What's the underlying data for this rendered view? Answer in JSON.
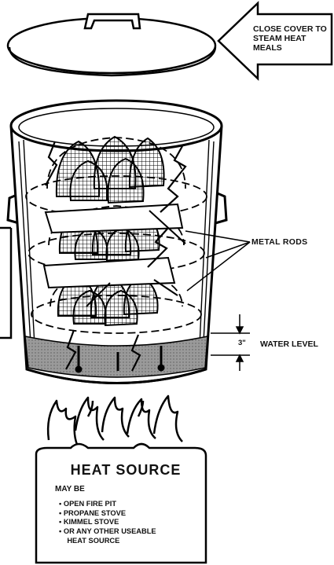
{
  "labels": {
    "close_cover": "CLOSE COVER TO STEAM HEAT MEALS",
    "metal_rods": "METAL RODS",
    "water_depth": "3\"",
    "water_level": "WATER LEVEL"
  },
  "heat_source": {
    "title": "HEAT SOURCE",
    "subtitle": "MAY BE",
    "options": [
      "OPEN FIRE PIT",
      "PROPANE STOVE",
      "KIMMEL STOVE",
      "OR ANY OTHER USEABLE",
      "HEAT SOURCE"
    ]
  }
}
